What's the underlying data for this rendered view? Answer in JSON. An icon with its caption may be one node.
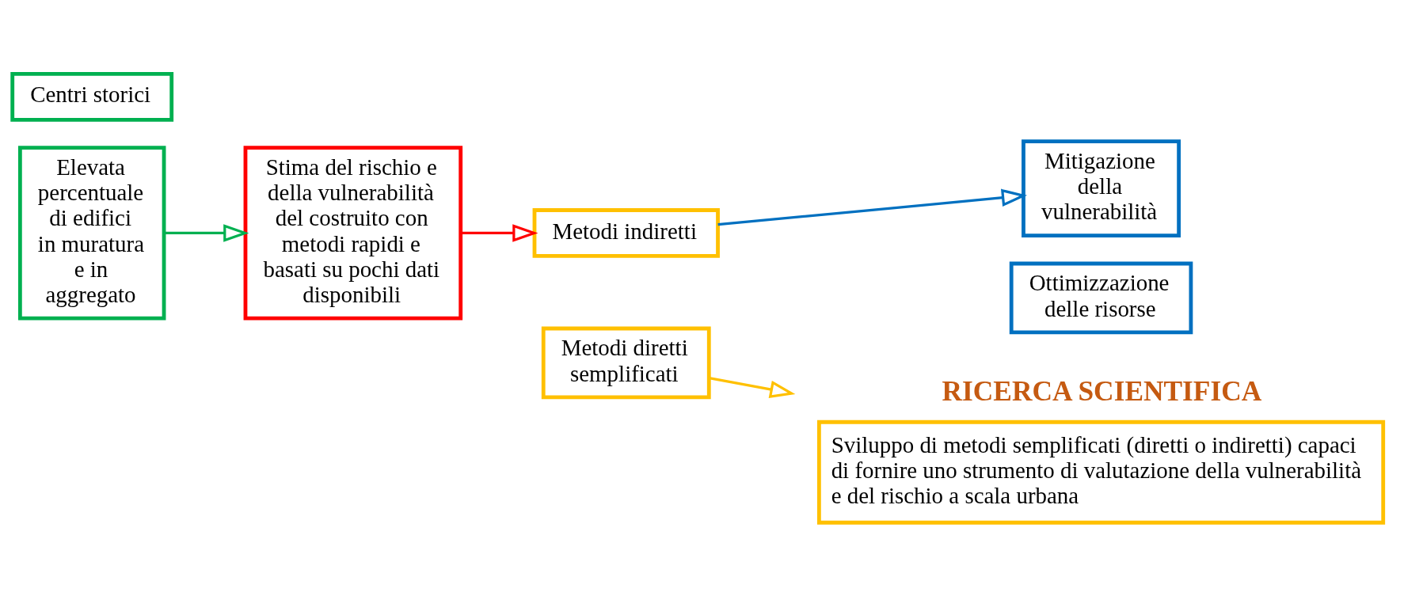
{
  "diagram": {
    "nodes": [
      {
        "text": [
          "Centri storici"
        ]
      },
      {
        "text": [
          "Elevata percentuale di edifici in muratura e in aggregato"
        ]
      },
      {
        "text": [
          "Stima del rischio e della vulnerabilità del costruito con metodi rapidi e basati su pochi dati disponibili"
        ]
      },
      {
        "text": [
          "Metodi indiretti"
        ]
      },
      {
        "text": [
          "Metodi diretti semplificati"
        ]
      },
      {
        "text": [
          "Mitigazione della vulnerabilità"
        ]
      },
      {
        "text": [
          "Ottimizzazione delle risorse"
        ]
      },
      {
        "text": [
          "RICERCA SCIENTIFICA",
          "Sviluppo di metodi semplificati (diretti o indiretti) capaci di fornire uno strumento di valutazione della vulnerabilità e del rischio a scala urbana"
        ]
      }
    ],
    "edges": [
      {
        "from": 1,
        "to": 2,
        "arrow": "to",
        "color": "#00b050"
      },
      {
        "from": 2,
        "to": 3,
        "arrow": "to",
        "color": "#ff0000"
      },
      {
        "from": 3,
        "to": 5,
        "arrow": "to",
        "color": "#0070c0"
      },
      {
        "from": 4,
        "to": 7,
        "arrow": "to",
        "color": "#ffc000"
      }
    ]
  }
}
